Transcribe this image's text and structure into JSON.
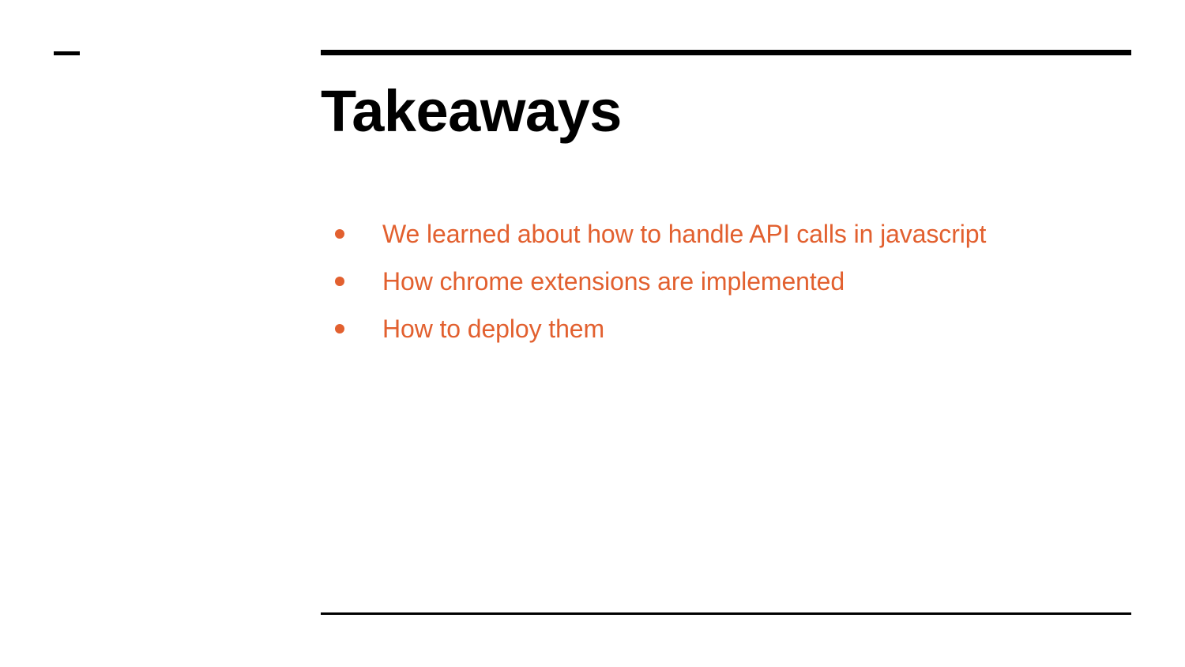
{
  "slide": {
    "title": "Takeaways",
    "background_color": "#FFFFFF",
    "title_color": "#000000",
    "accent_color": "#E2602F",
    "rule_color": "#000000",
    "decorations": {
      "corner_dash": "corner-dash-mark",
      "top_rule": "top-divider-rule",
      "bottom_rule": "bottom-divider-rule"
    },
    "bullets": [
      {
        "marker": "bullet-dot",
        "text": "We learned about how to handle API calls in javascript"
      },
      {
        "marker": "bullet-dot",
        "text": "How chrome extensions are implemented"
      },
      {
        "marker": "bullet-dot",
        "text": "How to deploy them"
      }
    ]
  }
}
